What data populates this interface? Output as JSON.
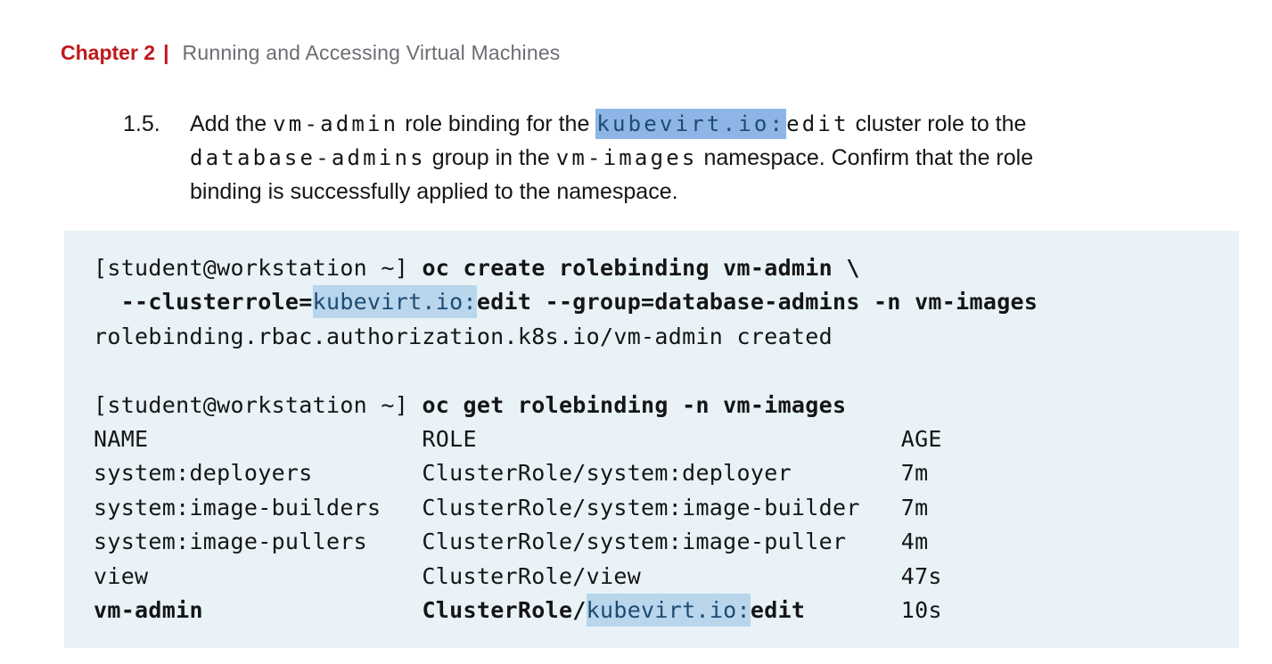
{
  "colors": {
    "chapter_red": "#c01818",
    "title_gray": "#6a6e73",
    "body_text": "#151515",
    "terminal_bg": "#e8f2f7",
    "terminal_text": "#151515",
    "highlight_para_bg": "#8db5e5",
    "highlight_para_text": "#1d4b73",
    "highlight_term_bg": "#b9d6ec",
    "highlight_term_text": "#1d4b73"
  },
  "header": {
    "chapter_label": "Chapter 2",
    "separator": "|",
    "title": "Running and Accessing Virtual Machines"
  },
  "instruction": {
    "number": "1.5.",
    "full_text": "Add the vm-admin role binding for the kubevirt.io:edit cluster role to the database-admins group in the vm-images namespace. Confirm that the role binding is successfully applied to the namespace.",
    "lines": [
      [
        {
          "text": "Add the ",
          "style": "plain"
        },
        {
          "text": "vm-admin",
          "style": "code"
        },
        {
          "text": " role binding for the ",
          "style": "plain"
        },
        {
          "text": "kubevirt.io:",
          "style": "code-highlight"
        },
        {
          "text": "edit",
          "style": "code"
        },
        {
          "text": " cluster role to the",
          "style": "plain"
        }
      ],
      [
        {
          "text": "database-admins",
          "style": "code"
        },
        {
          "text": " group in the ",
          "style": "plain"
        },
        {
          "text": "vm-images",
          "style": "code"
        },
        {
          "text": " namespace. Confirm that the role",
          "style": "plain"
        }
      ],
      [
        {
          "text": "binding is successfully applied to the namespace.",
          "style": "plain"
        }
      ]
    ]
  },
  "terminal": {
    "lines": [
      [
        {
          "text": "[student@workstation ~] ",
          "bold": false
        },
        {
          "text": "oc create rolebinding vm-admin \\",
          "bold": true
        }
      ],
      [
        {
          "text": "  --clusterrole=",
          "bold": true
        },
        {
          "text": "kubevirt.io:",
          "bold": false,
          "highlight": true
        },
        {
          "text": "edit --group=database-admins -n vm-images",
          "bold": true
        }
      ],
      [
        {
          "text": "rolebinding.rbac.authorization.k8s.io/vm-admin created",
          "bold": false
        }
      ],
      [],
      [
        {
          "text": "[student@workstation ~] ",
          "bold": false
        },
        {
          "text": "oc get rolebinding -n vm-images",
          "bold": true
        }
      ],
      [
        {
          "text": "NAME                    ROLE                               AGE",
          "bold": false
        }
      ],
      [
        {
          "text": "system:deployers        ClusterRole/system:deployer        7m",
          "bold": false
        }
      ],
      [
        {
          "text": "system:image-builders   ClusterRole/system:image-builder   7m",
          "bold": false
        }
      ],
      [
        {
          "text": "system:image-pullers    ClusterRole/system:image-puller    4m",
          "bold": false
        }
      ],
      [
        {
          "text": "view                    ClusterRole/view                   47s",
          "bold": false
        }
      ],
      [
        {
          "text": "vm-admin",
          "bold": true
        },
        {
          "text": "                ",
          "bold": false
        },
        {
          "text": "ClusterRole/",
          "bold": true
        },
        {
          "text": "kubevirt.io:",
          "bold": false,
          "highlight": true
        },
        {
          "text": "edit",
          "bold": true
        },
        {
          "text": "       ",
          "bold": false
        },
        {
          "text": "10s",
          "bold": false
        }
      ]
    ]
  }
}
